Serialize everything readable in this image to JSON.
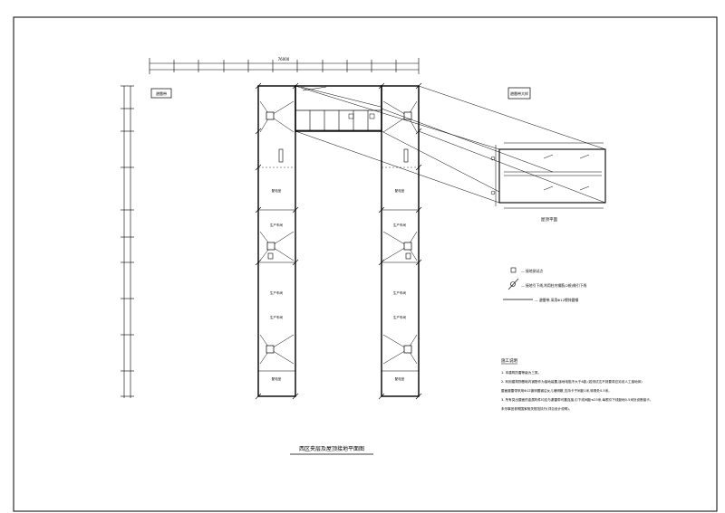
{
  "drawing": {
    "main_title": "西区夹层及屋顶接地平面图",
    "inset_title": "屋顶平面",
    "left_block_label": "避雷带",
    "right_block_label": "避雷带大样",
    "top_dimension_total": "76000"
  },
  "room_labels": {
    "left_wing": [
      "配电室",
      "生产车间",
      "生产车间",
      "生产车间",
      "配电室"
    ],
    "right_wing": [
      "配电室",
      "生产车间",
      "生产车间",
      "生产车间",
      "配电室"
    ]
  },
  "legend": {
    "items": [
      {
        "symbol": "square",
        "text": "— 接地测试点"
      },
      {
        "symbol": "slash-circle",
        "text": "— 接地引下线,利用柱内钢筋(2根)做引下线"
      },
      {
        "symbol": "line",
        "text": "— 避雷带,采用Φ12镀锌圆钢"
      }
    ]
  },
  "notes": {
    "title": "施工说明",
    "lines": [
      "1. 本建筑防雷等级为三类。",
      "2. 利用建筑物基础内钢筋作为接地装置,接地电阻不大于4欧,(若测试达不到要求应另设人工接地体)",
      "屋面避雷带采用Φ12镀锌圆钢沿女儿墙明敷,支持卡子间距1米,转角处0.5米。",
      "3. 所有突出屋面的金属构件均应与避雷带可靠连接,引下线间距≤25米,每根引下线距地0.5米处设断接卡。",
      "未尽事宜参照国家相关规范执行(详见设计说明)。"
    ]
  },
  "colors": {
    "ink": "#000000",
    "background": "#ffffff"
  }
}
